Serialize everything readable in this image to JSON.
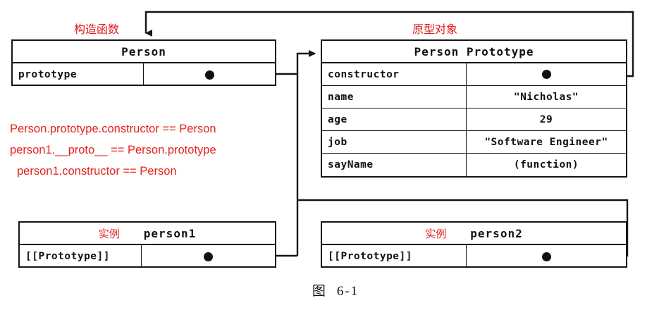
{
  "figure": {
    "caption_label": "图",
    "caption_number": "6-1"
  },
  "labels": {
    "constructor_fn": "构造函数",
    "prototype_obj": "原型对象",
    "instance": "实例"
  },
  "boxes": {
    "person": {
      "title": "Person",
      "rows": [
        {
          "key": "prototype",
          "value": "",
          "has_pointer": true
        }
      ]
    },
    "person_prototype": {
      "title": "Person Prototype",
      "rows": [
        {
          "key": "constructor",
          "value": "",
          "has_pointer": true
        },
        {
          "key": "name",
          "value": "\"Nicholas\"",
          "has_pointer": false
        },
        {
          "key": "age",
          "value": "29",
          "has_pointer": false
        },
        {
          "key": "job",
          "value": "\"Software Engineer\"",
          "has_pointer": false
        },
        {
          "key": "sayName",
          "value": "(function)",
          "has_pointer": false
        }
      ]
    },
    "person1": {
      "title": "person1",
      "rows": [
        {
          "key": "[[Prototype]]",
          "value": "",
          "has_pointer": true
        }
      ]
    },
    "person2": {
      "title": "person2",
      "rows": [
        {
          "key": "[[Prototype]]",
          "value": "",
          "has_pointer": true
        }
      ]
    }
  },
  "notes": [
    "Person.prototype.constructor == Person",
    "person1.__proto__ == Person.prototype",
    "person1.constructor == Person"
  ],
  "colors": {
    "annotation_red": "#e4231f",
    "line_black": "#151515",
    "background": "#ffffff"
  }
}
